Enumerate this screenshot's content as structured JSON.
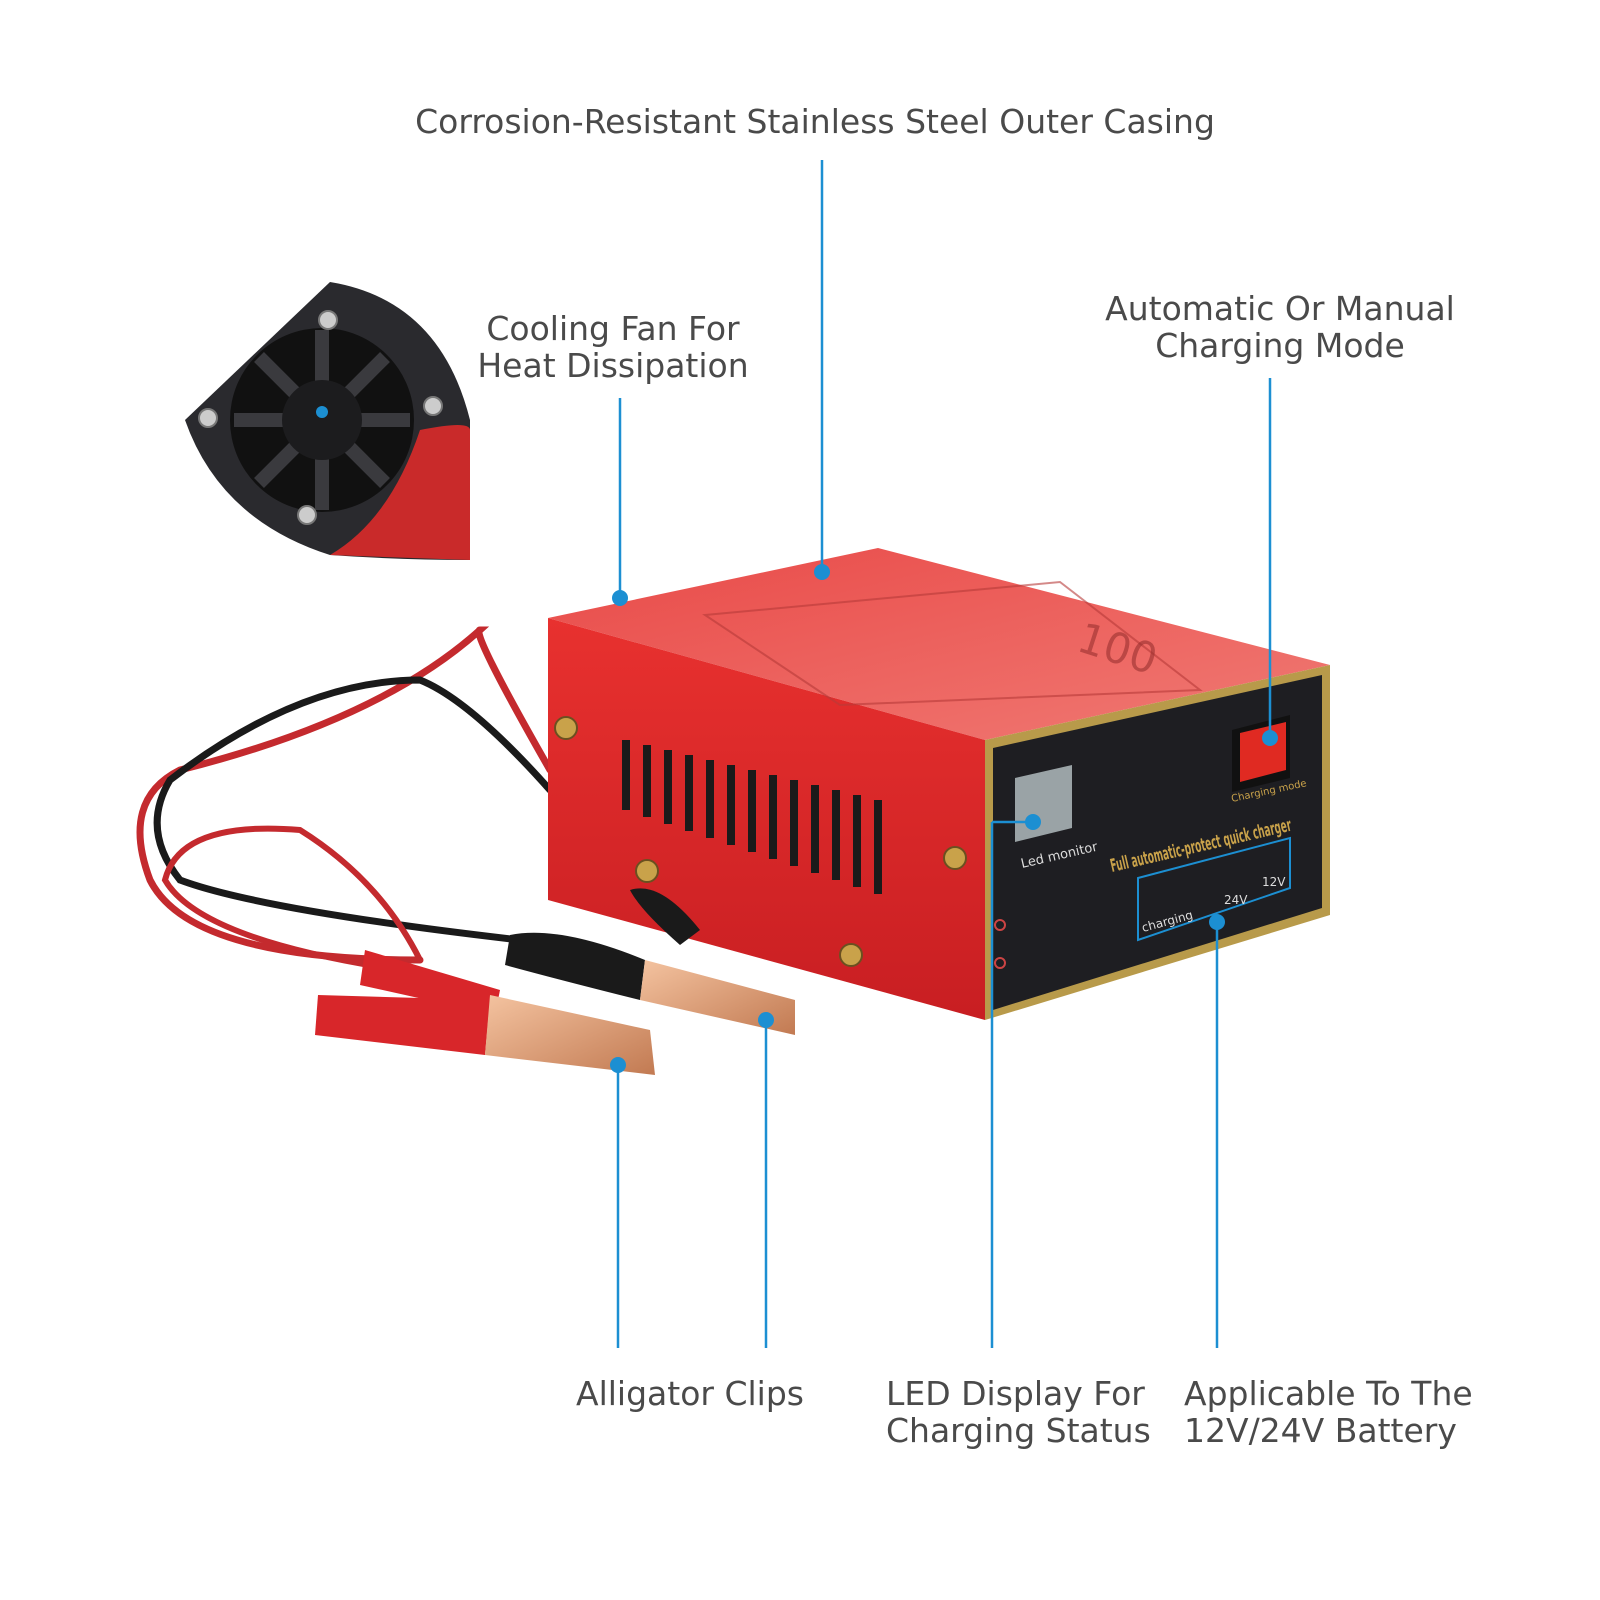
{
  "callouts": {
    "casing": "Corrosion-Resistant Stainless Steel Outer Casing",
    "fan": [
      "Cooling Fan For",
      "Heat Dissipation"
    ],
    "mode": [
      "Automatic Or Manual",
      "Charging Mode"
    ],
    "clips": "Alligator Clips",
    "led": [
      "LED Display For",
      "Charging Status"
    ],
    "battery": [
      "Applicable To The",
      "12V/24V Battery"
    ]
  },
  "device": {
    "panel_title": "Full automatic-protect quick charger",
    "led_label": "Led monitor",
    "charging": "charging",
    "v24": "24V",
    "v12": "12V",
    "mode_label": "Charging mode",
    "top_label": "100"
  },
  "colors": {
    "accent": "#1c8fd2",
    "casing": "#d9262a",
    "panel": "#1e1e22",
    "trim": "#b89a4a"
  }
}
